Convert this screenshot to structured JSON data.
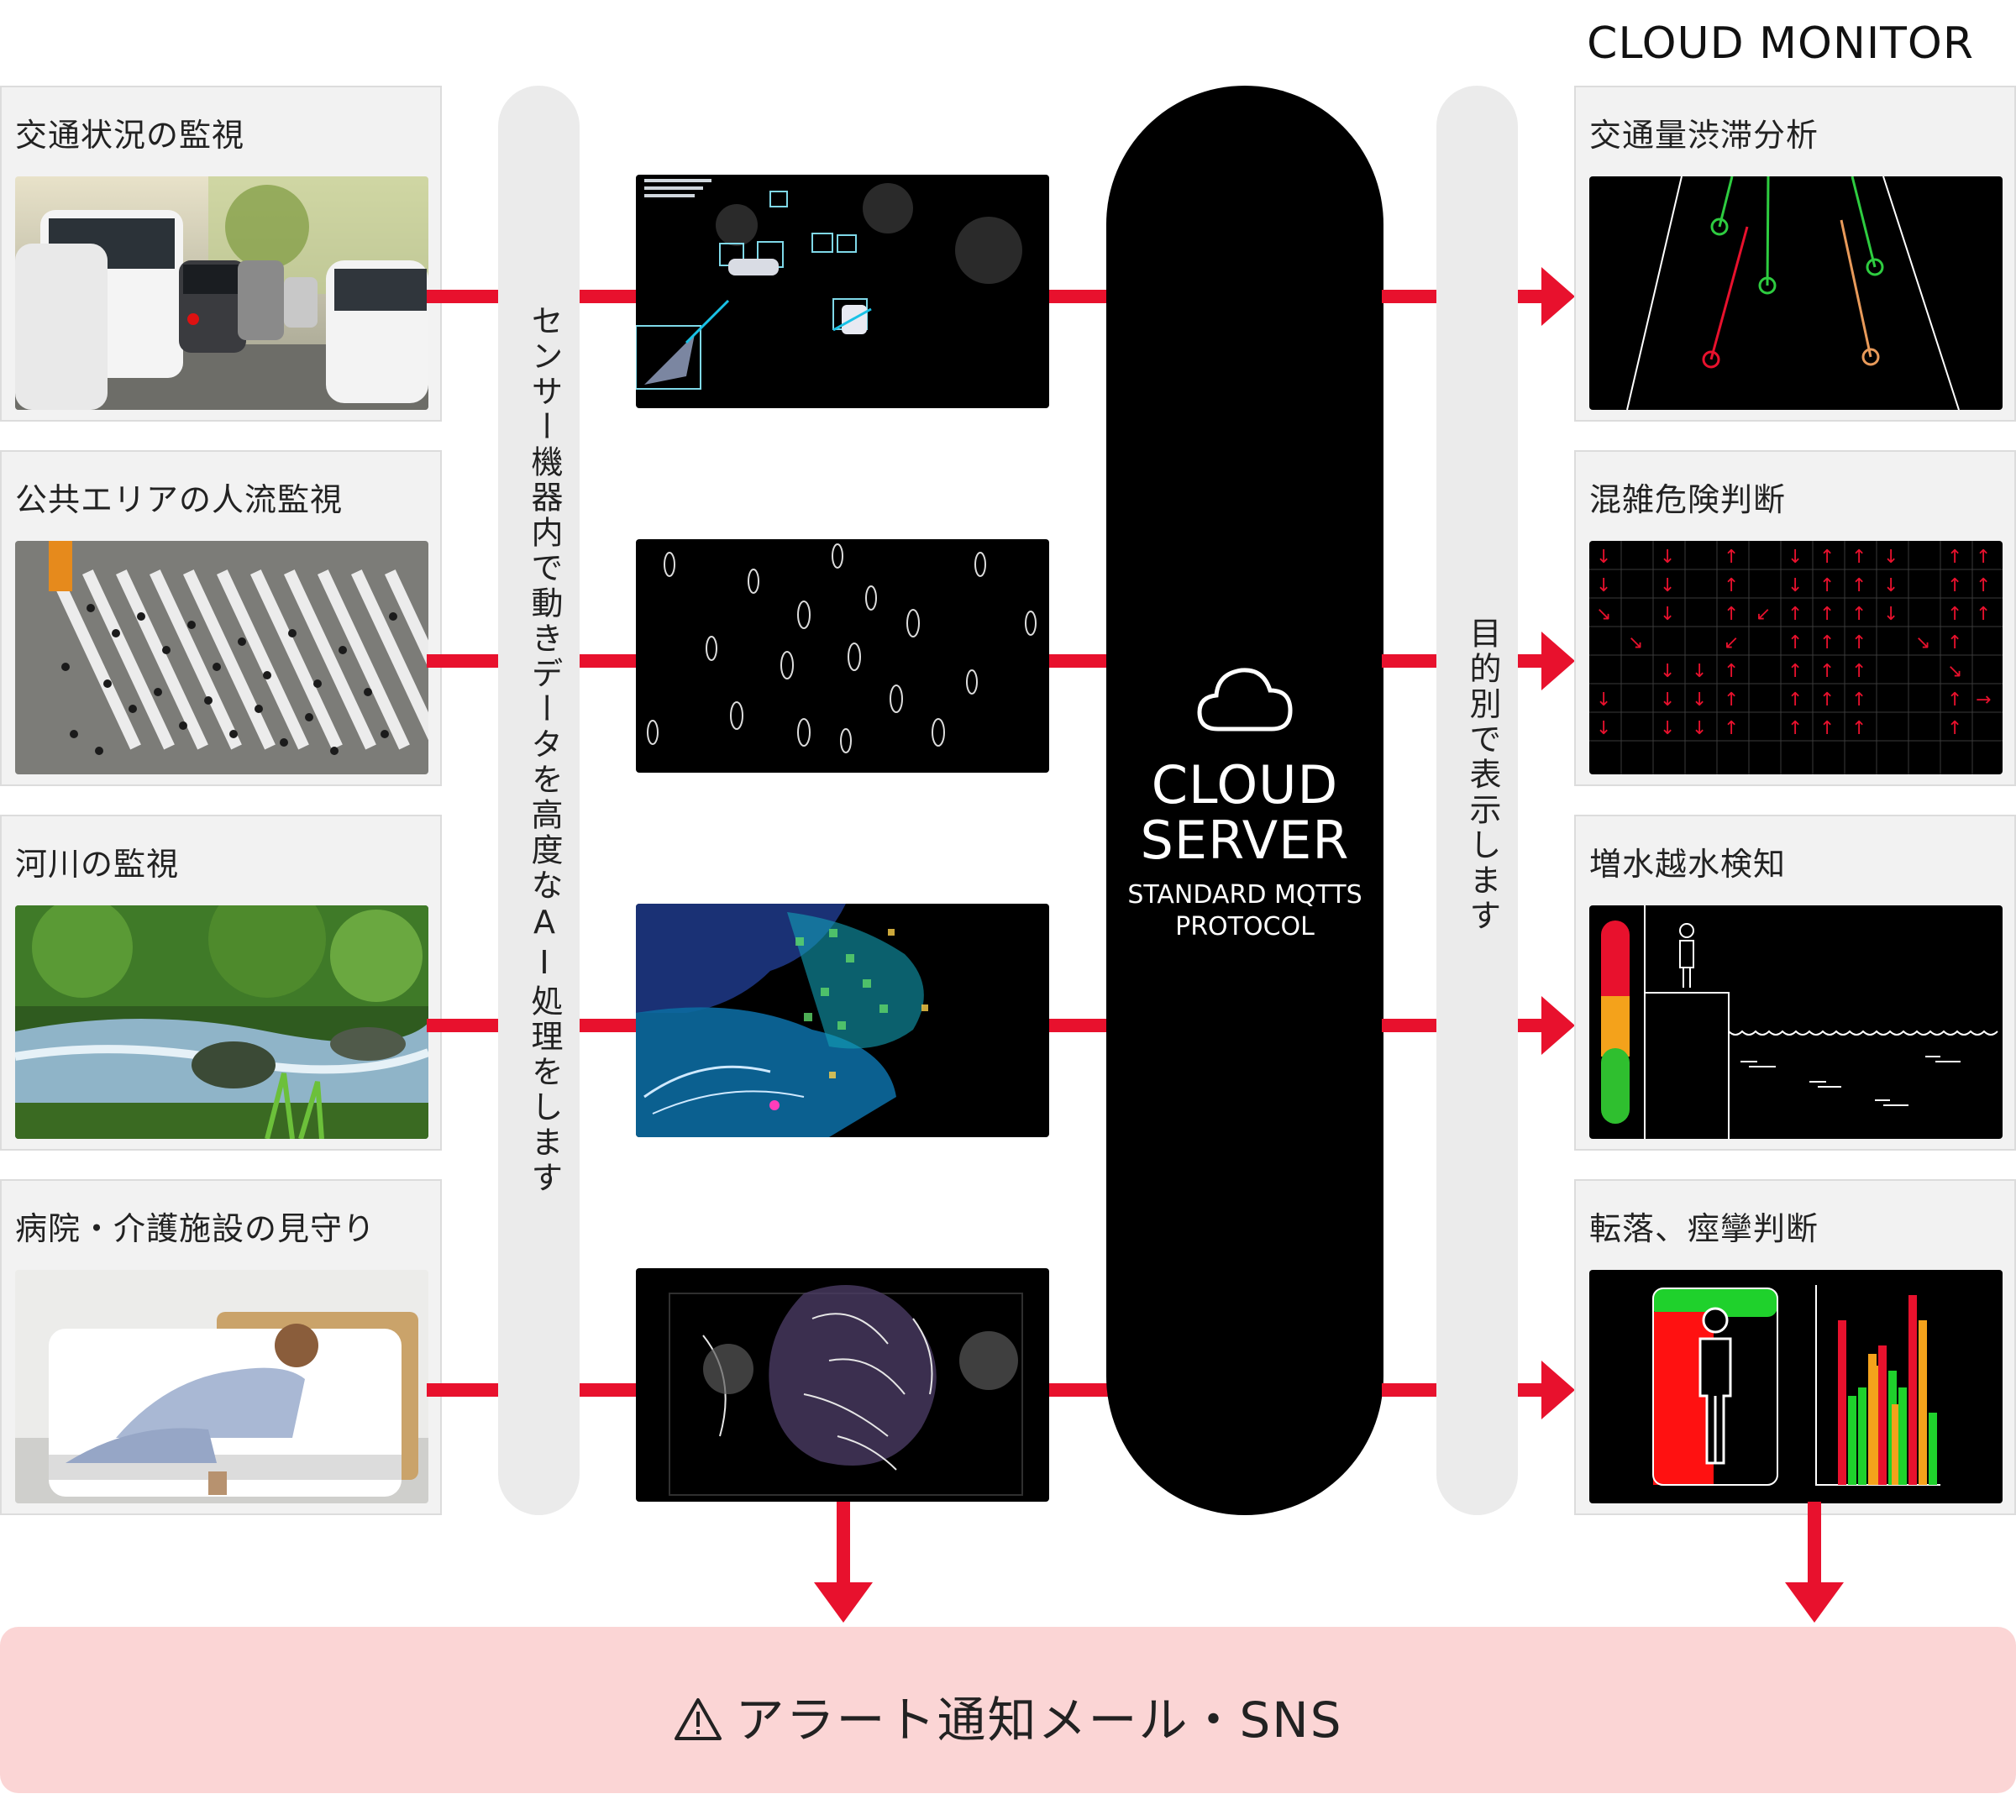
{
  "header": {
    "title": "CLOUD MONITOR"
  },
  "sources": [
    {
      "label": "交通状況の監視"
    },
    {
      "label": "公共エリアの人流監視"
    },
    {
      "label": "河川の監視"
    },
    {
      "label": "病院・介護施設の見守り"
    }
  ],
  "left_pill": {
    "text": "センサー機器内で動きデータを高度なAI処理をします"
  },
  "server": {
    "line1": "CLOUD",
    "line2": "SERVER",
    "sub1": "STANDARD MQTTS",
    "sub2": "PROTOCOL",
    "icon": "cloud-icon"
  },
  "right_pill": {
    "text": "目的別で表示します"
  },
  "outputs": [
    {
      "label": "交通量渋滞分析"
    },
    {
      "label": "混雑危険判断"
    },
    {
      "label": "増水越水検知"
    },
    {
      "label": "転落、痙攣判断"
    }
  ],
  "alert": {
    "icon": "warning-icon",
    "text": "アラート通知メール・SNS"
  },
  "colors": {
    "accent": "#e8112d",
    "alert_bg": "#fbd5d5",
    "server": "#000000",
    "pill": "#ebebeb"
  }
}
